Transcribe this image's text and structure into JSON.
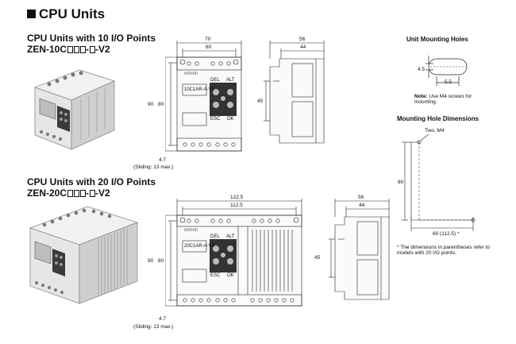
{
  "page": {
    "title": "CPU Units"
  },
  "section10": {
    "heading": "CPU Units with 10 I/O Points",
    "model_prefix": "ZEN-10C",
    "model_sep": "-",
    "model_suffix": "-V2",
    "dims": {
      "w_outer": "70",
      "w_inner": "60",
      "h_outer": "90",
      "h_inner": "80",
      "side_outer": "56",
      "side_inner": "44",
      "side_h": "45",
      "foot": "4.7",
      "sliding": "(Sliding: 13 max.)"
    },
    "front_labels": {
      "brand": "omron",
      "model": "10C1AR-A-V2",
      "k1": "DEL",
      "k2": "ALT",
      "k3": "ESC",
      "k4": "OK"
    }
  },
  "section20": {
    "heading": "CPU Units with 20 I/O Points",
    "model_prefix": "ZEN-20C",
    "model_sep": "-",
    "model_suffix": "-V2",
    "dims": {
      "w_outer": "122.5",
      "w_inner": "112.5",
      "h_outer": "90",
      "h_inner": "80",
      "side_outer": "56",
      "side_inner": "44",
      "side_h": "45",
      "foot": "4.7",
      "sliding": "(Sliding: 13 max.)"
    },
    "front_labels": {
      "brand": "omron",
      "model": "20C1AR-A-V2",
      "k1": "DEL",
      "k2": "ALT",
      "k3": "ESC",
      "k4": "OK"
    }
  },
  "unit_holes": {
    "title": "Unit Mounting Holes",
    "dim_h": "4.5",
    "dim_w": "5.5",
    "note_label": "Note:",
    "note_text": "Use M4 screws for mounting."
  },
  "mount_holes": {
    "title": "Mounting Hole Dimensions",
    "screw": "Two, M4",
    "dim_v": "80",
    "dim_h": "60 (112.5)",
    "star": "*",
    "footnote": "* The dimensions in parentheses refer to models with 20 I/O points."
  }
}
